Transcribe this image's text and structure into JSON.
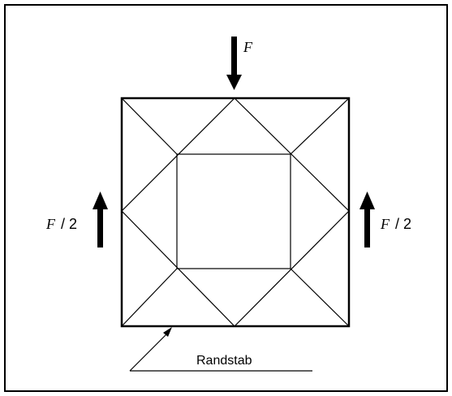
{
  "labels": {
    "force_top_symbol": "F",
    "force_left_symbol": "F",
    "force_left_suffix": "/ 2",
    "force_right_symbol": "F",
    "force_right_suffix": "/ 2",
    "edge_bar": "Randstab"
  },
  "colors": {
    "stroke": "#000000",
    "background": "#ffffff"
  }
}
